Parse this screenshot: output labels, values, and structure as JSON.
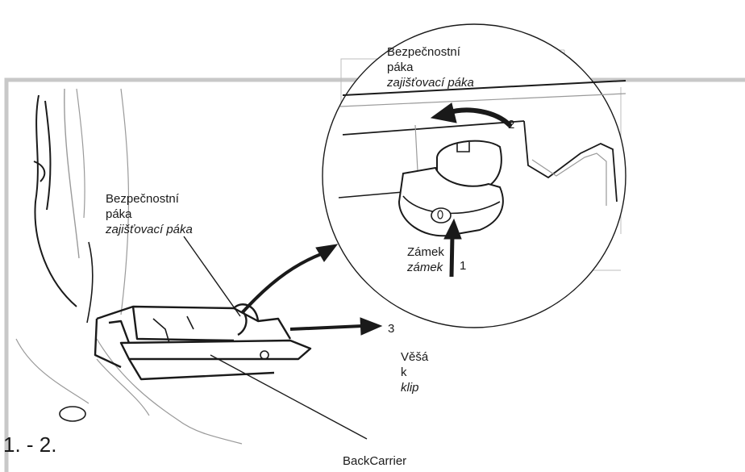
{
  "labels": {
    "lever_top": {
      "line1": "Bezpečnostní",
      "line2": "páka",
      "line3": "zajišťovací páka"
    },
    "lever_left": {
      "line1": "Bezpečnostní",
      "line2": "páka",
      "line3": "zajišťovací páka"
    },
    "lock": {
      "line1": "Zámek",
      "line2": "zámek"
    },
    "hanger": {
      "line1": "Věšá",
      "line2": "k",
      "line3": "klip"
    },
    "back_carrier": "BackCarrier",
    "steps_title": "1. - 2."
  },
  "steps": {
    "one": "1",
    "two": "2",
    "three": "3"
  },
  "colors": {
    "frame": "#c8c8c8",
    "ink": "#1a1a1a",
    "light_ink": "#9a9a9a"
  }
}
